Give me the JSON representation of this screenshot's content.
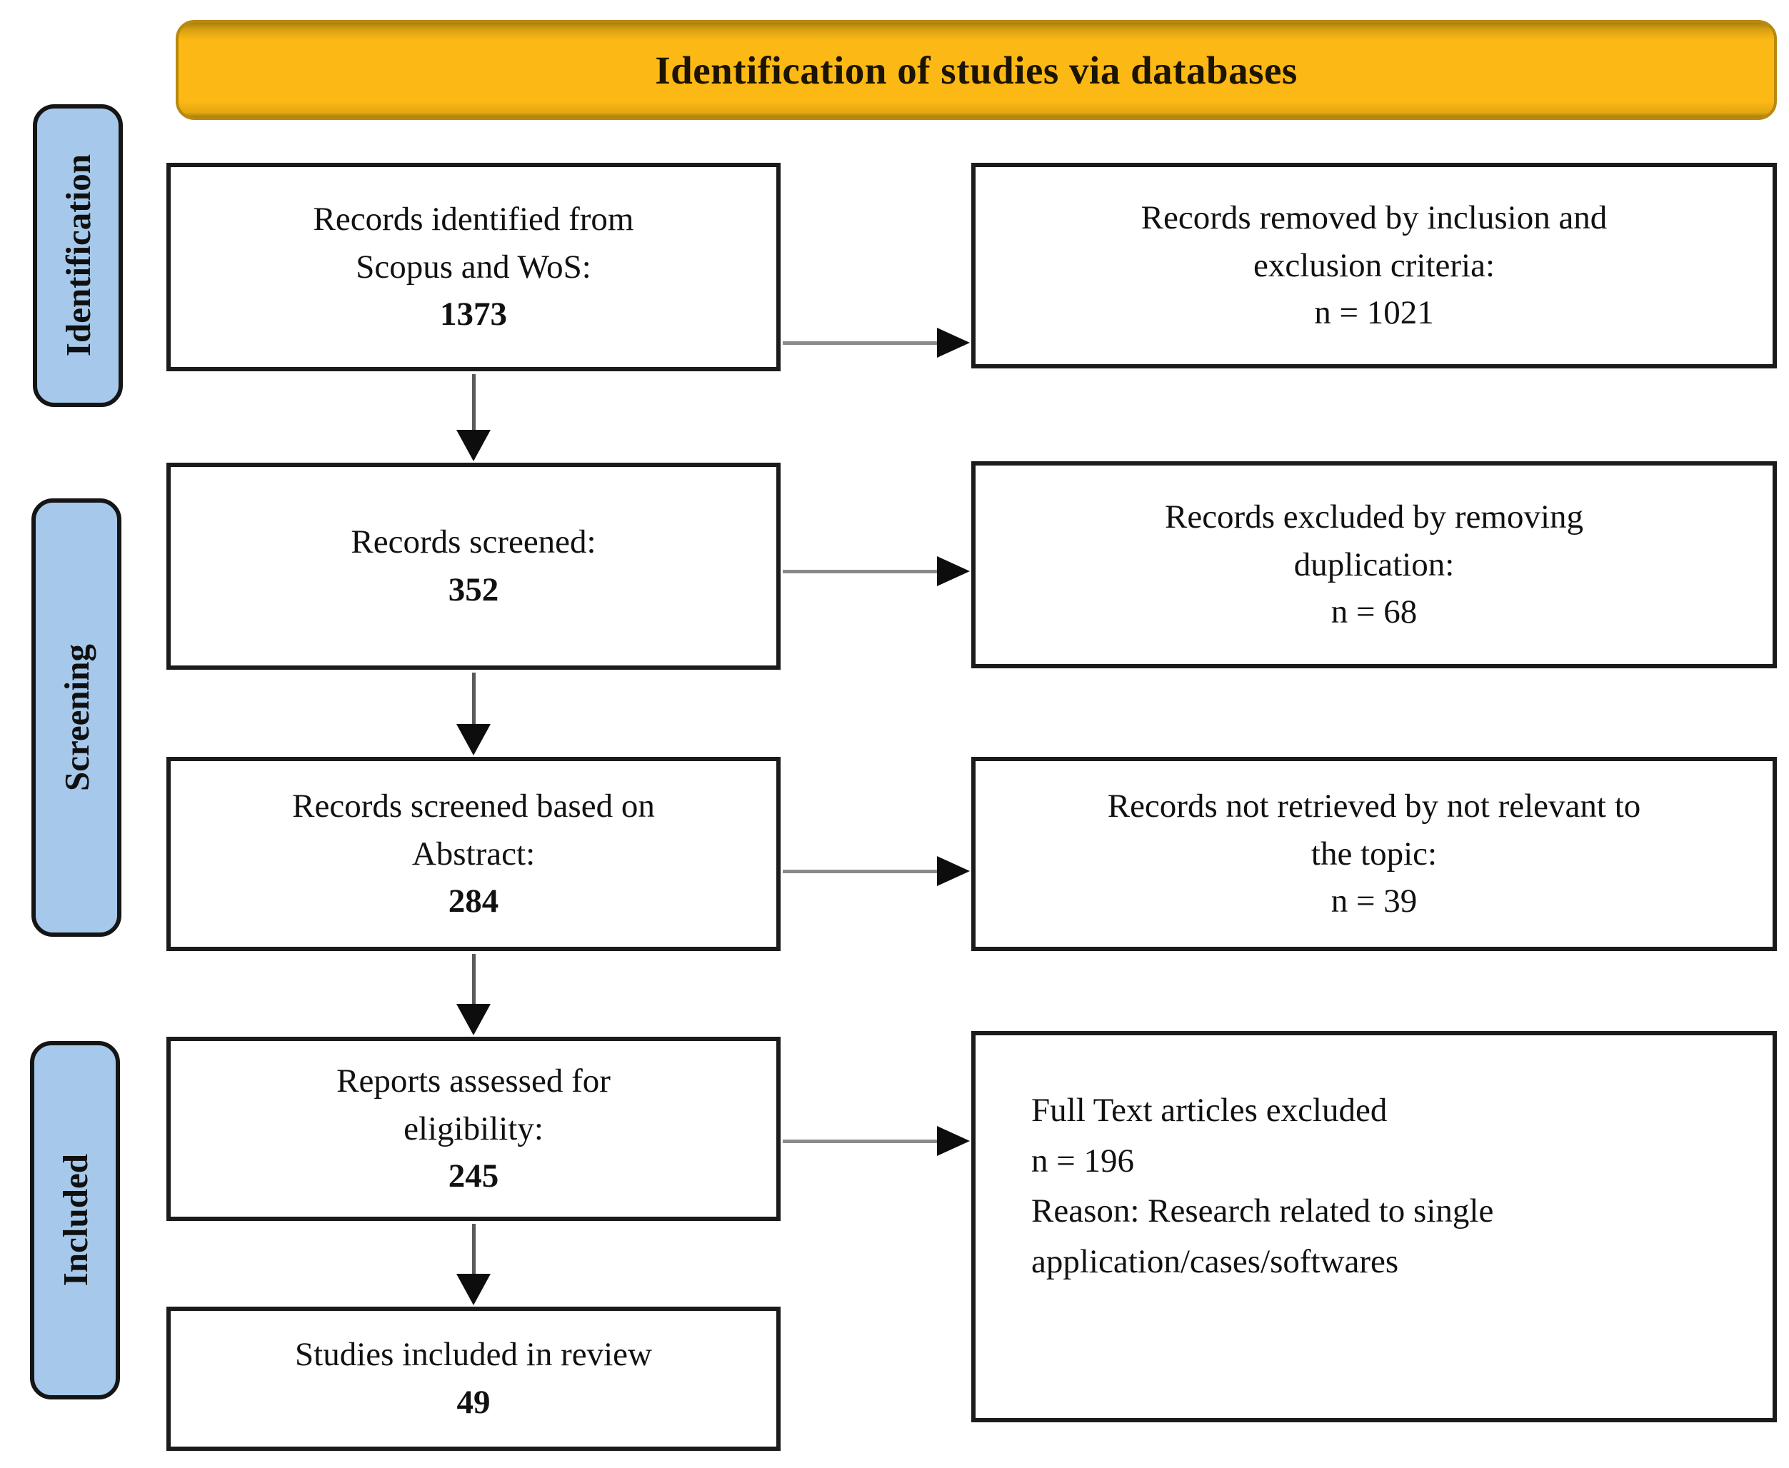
{
  "banner": {
    "title": "Identification of studies via databases"
  },
  "sidebar": {
    "stages": [
      {
        "label": "Identification"
      },
      {
        "label": "Screening"
      },
      {
        "label": "Included"
      }
    ]
  },
  "main_flow": {
    "identified": {
      "line1": "Records identified from",
      "line2": "Scopus and WoS:",
      "count": "1373"
    },
    "screened": {
      "line1": "Records screened:",
      "count": "352"
    },
    "abstract_screened": {
      "line1": "Records screened based on",
      "line2": "Abstract:",
      "count": "284"
    },
    "eligibility": {
      "line1": "Reports assessed for",
      "line2": "eligibility:",
      "count": "245"
    },
    "included": {
      "line1": "Studies included in review",
      "count": "49"
    }
  },
  "exclusions": {
    "criteria": {
      "line1": "Records removed by inclusion and",
      "line2": "exclusion criteria:",
      "count_line": "n = 1021"
    },
    "duplicates": {
      "line1": "Records excluded by removing",
      "line2": "duplication:",
      "count_line": "n = 68"
    },
    "not_retrieved": {
      "line1": "Records not retrieved by not relevant to",
      "line2": "the topic:",
      "count_line": "n = 39"
    },
    "full_text": {
      "line1": "Full Text articles excluded",
      "line2": "n = 196",
      "line3": "Reason: Research related to single",
      "line4": "application/cases/softwares"
    }
  },
  "colors": {
    "banner_fill": "#fcb815",
    "banner_border": "#b9880e",
    "stage_fill": "#a6c9eb",
    "box_border": "#1b1b1b",
    "arrow_shaft": "#8a8a8a",
    "arrow_head": "#0d0d0d"
  }
}
